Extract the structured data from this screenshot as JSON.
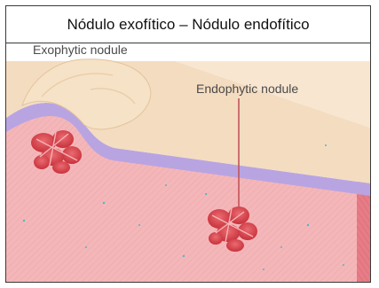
{
  "header": {
    "title": "Nódulo exofítico – Nódulo endofítico"
  },
  "diagram": {
    "labels": {
      "exophytic": "Exophytic nodule",
      "endophytic": "Endophytic nodule"
    },
    "colors": {
      "epidermis_top": "#f2d7b8",
      "basal_layer": "#b9a4e2",
      "dermis": "#f2b0b3",
      "dermis_side": "#e67c86",
      "nodule": "#d9434c",
      "pointer": "#c2545a"
    }
  }
}
